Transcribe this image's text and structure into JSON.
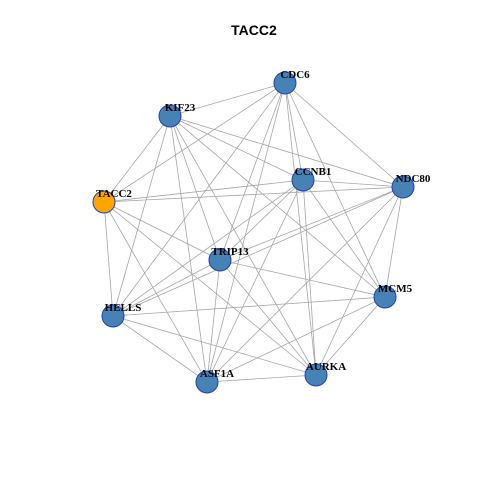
{
  "title": "TACC2",
  "colors": {
    "node_default": "#4682b4",
    "node_highlight": "#ffa500",
    "node_border": "#1f3fbf",
    "edge": "#a6a6a6"
  },
  "nodes": [
    {
      "id": "CDC6",
      "label": "CDC6",
      "highlight": false
    },
    {
      "id": "KIF23",
      "label": "KIF23",
      "highlight": false
    },
    {
      "id": "CCNB1",
      "label": "CCNB1",
      "highlight": false
    },
    {
      "id": "NDC80",
      "label": "NDC80",
      "highlight": false
    },
    {
      "id": "TACC2",
      "label": "TACC2",
      "highlight": true
    },
    {
      "id": "TRIP13",
      "label": "TRIP13",
      "highlight": false
    },
    {
      "id": "MCM5",
      "label": "MCM5",
      "highlight": false
    },
    {
      "id": "HELLS",
      "label": "HELLS",
      "highlight": false
    },
    {
      "id": "AURKA",
      "label": "AURKA",
      "highlight": false
    },
    {
      "id": "ASF1A",
      "label": "ASF1A",
      "highlight": false
    }
  ],
  "edges": [
    [
      "CDC6",
      "KIF23"
    ],
    [
      "CDC6",
      "TACC2"
    ],
    [
      "CDC6",
      "CCNB1"
    ],
    [
      "CDC6",
      "NDC80"
    ],
    [
      "CDC6",
      "TRIP13"
    ],
    [
      "CDC6",
      "MCM5"
    ],
    [
      "CDC6",
      "HELLS"
    ],
    [
      "CDC6",
      "AURKA"
    ],
    [
      "CDC6",
      "ASF1A"
    ],
    [
      "KIF23",
      "TACC2"
    ],
    [
      "KIF23",
      "CCNB1"
    ],
    [
      "KIF23",
      "NDC80"
    ],
    [
      "KIF23",
      "TRIP13"
    ],
    [
      "KIF23",
      "MCM5"
    ],
    [
      "KIF23",
      "HELLS"
    ],
    [
      "KIF23",
      "AURKA"
    ],
    [
      "KIF23",
      "ASF1A"
    ],
    [
      "CCNB1",
      "TACC2"
    ],
    [
      "CCNB1",
      "NDC80"
    ],
    [
      "CCNB1",
      "TRIP13"
    ],
    [
      "CCNB1",
      "MCM5"
    ],
    [
      "CCNB1",
      "HELLS"
    ],
    [
      "CCNB1",
      "AURKA"
    ],
    [
      "CCNB1",
      "ASF1A"
    ],
    [
      "NDC80",
      "TACC2"
    ],
    [
      "NDC80",
      "TRIP13"
    ],
    [
      "NDC80",
      "MCM5"
    ],
    [
      "NDC80",
      "HELLS"
    ],
    [
      "NDC80",
      "AURKA"
    ],
    [
      "NDC80",
      "ASF1A"
    ],
    [
      "TACC2",
      "TRIP13"
    ],
    [
      "TACC2",
      "HELLS"
    ],
    [
      "TACC2",
      "AURKA"
    ],
    [
      "TACC2",
      "ASF1A"
    ],
    [
      "TRIP13",
      "MCM5"
    ],
    [
      "TRIP13",
      "HELLS"
    ],
    [
      "TRIP13",
      "AURKA"
    ],
    [
      "TRIP13",
      "ASF1A"
    ],
    [
      "MCM5",
      "HELLS"
    ],
    [
      "MCM5",
      "AURKA"
    ],
    [
      "MCM5",
      "ASF1A"
    ],
    [
      "HELLS",
      "AURKA"
    ],
    [
      "HELLS",
      "ASF1A"
    ],
    [
      "AURKA",
      "ASF1A"
    ]
  ]
}
